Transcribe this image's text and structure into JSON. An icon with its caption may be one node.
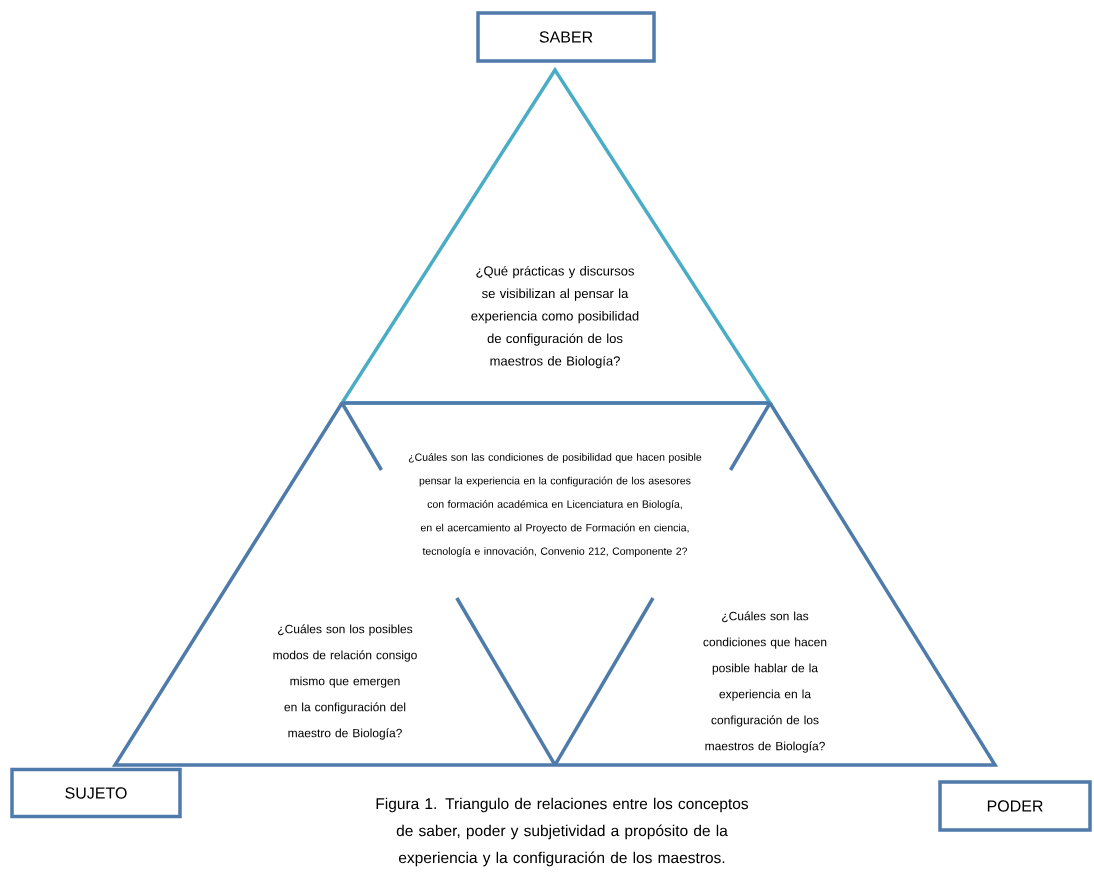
{
  "diagram": {
    "caption": "Figura 1. Triangulo de relaciones entre los conceptos de saber, poder y subjetividad a propósito de la experiencia y la configuración de los maestros.",
    "nodes": [
      {
        "text": [
          "SABER"
        ]
      },
      {
        "text": [
          "¿Qué prácticas y discursos se visibilizan al pensar la experiencia como posibilidad de configuración de los maestros de Biología?"
        ]
      },
      {
        "text": [
          "¿Cuáles son las condiciones  de posibilidad que hacen posible pensar la experiencia en la configuración de los asesores con formación académica en Licenciatura en Biología, en el acercamiento al Proyecto de Formación en ciencia, tecnología e innovación, Convenio 212, Componente 2?"
        ]
      },
      {
        "text": [
          "¿Cuáles son los posibles modos de relación consigo mismo que emergen en la configuración del maestro de Biología?"
        ]
      },
      {
        "text": [
          "¿Cuáles son las condiciones que hacen posible hablar de la experiencia en la configuración de los maestros de Biología?"
        ]
      },
      {
        "text": [
          "SUJETO"
        ]
      },
      {
        "text": [
          "PODER"
        ]
      }
    ]
  }
}
